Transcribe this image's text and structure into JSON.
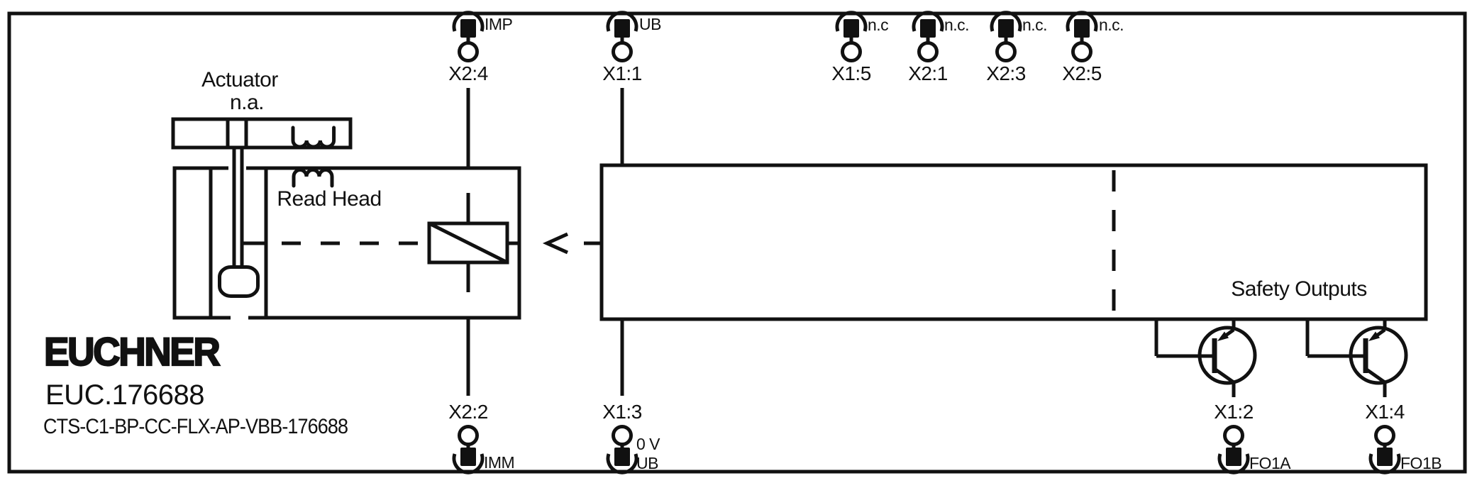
{
  "meta": {
    "brand": "EUCHNER",
    "product_id": "EUC.176688",
    "part_number": "CTS-C1-BP-CC-FLX-AP-VBB-176688"
  },
  "labels": {
    "actuator": "Actuator",
    "actuator_state": "n.a.",
    "read_head": "Read Head",
    "safety_outputs": "Safety Outputs"
  },
  "terminals": {
    "top": [
      {
        "id": "X2:4",
        "signal": "IMP"
      },
      {
        "id": "X1:1",
        "signal": "UB"
      },
      {
        "id": "X1:5",
        "signal": "n.c"
      },
      {
        "id": "X2:1",
        "signal": "n.c."
      },
      {
        "id": "X2:3",
        "signal": "n.c."
      },
      {
        "id": "X2:5",
        "signal": "n.c."
      }
    ],
    "bottom": [
      {
        "id": "X2:2",
        "signal": "IMM"
      },
      {
        "id": "X1:3",
        "signal": "0 V",
        "signal2": "UB"
      },
      {
        "id": "X1:2",
        "signal": "FO1A"
      },
      {
        "id": "X1:4",
        "signal": "FO1B"
      }
    ]
  },
  "colors": {
    "line": "#111111",
    "background": "#ffffff"
  }
}
